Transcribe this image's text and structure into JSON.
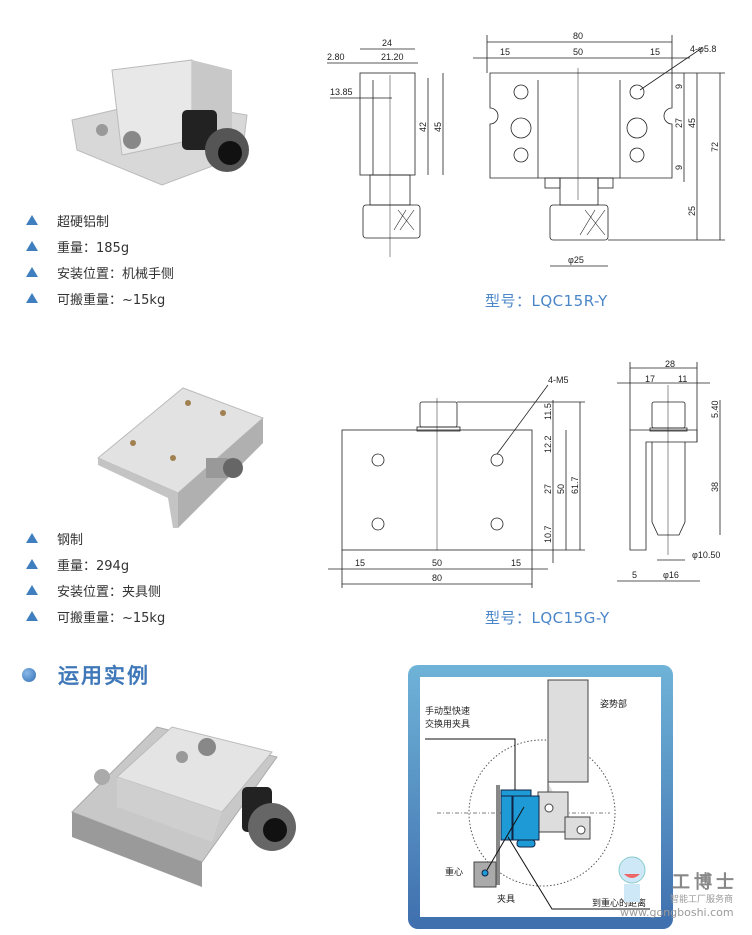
{
  "product1": {
    "bullets": [
      "超硬铝制",
      "重量：185g",
      "安装位置：机械手侧",
      "可搬重量：~15kg"
    ],
    "model": "型号：LQC15R-Y",
    "dims": {
      "w24": "24",
      "w280": "2.80",
      "w2120": "21.20",
      "w1385": "13.85",
      "h42": "42",
      "h45s": "45",
      "w80": "80",
      "w15a": "15",
      "w50": "50",
      "w15b": "15",
      "holes": "4-φ5.8",
      "h9a": "9",
      "h27": "27",
      "h45": "45",
      "h72": "72",
      "h9b": "9",
      "h25": "25",
      "d25": "φ25"
    }
  },
  "product2": {
    "bullets": [
      "钢制",
      "重量：294g",
      "安装位置：夹具侧",
      "可搬重量：~15kg"
    ],
    "model": "型号：LQC15G-Y",
    "dims": {
      "thread": "4-M5",
      "h115": "11.5",
      "h122": "12.2",
      "h27": "27",
      "h107": "10.7",
      "h50": "50",
      "h617": "61.7",
      "w15a": "15",
      "w50": "50",
      "w15b": "15",
      "w80": "80",
      "w28": "28",
      "w17": "17",
      "w11": "11",
      "h540": "5.40",
      "h38": "38",
      "d1050": "φ10.50",
      "w5": "5",
      "d16": "φ16"
    }
  },
  "section": {
    "title": "运用实例"
  },
  "diagram": {
    "label_fixture_type": [
      "手动型快速",
      "交换用夹具"
    ],
    "label_posture": "姿势部",
    "label_cog": "重心",
    "label_fixture": "夹具",
    "label_distance": "到重心的距离"
  },
  "watermark": {
    "brand": "工博士",
    "tagline": "智能工厂服务商",
    "url": "www.gongboshi.com"
  },
  "colors": {
    "accent": "#3f7fbf",
    "model": "#4a86c8",
    "fixture_blue": "#1e9ad6"
  }
}
